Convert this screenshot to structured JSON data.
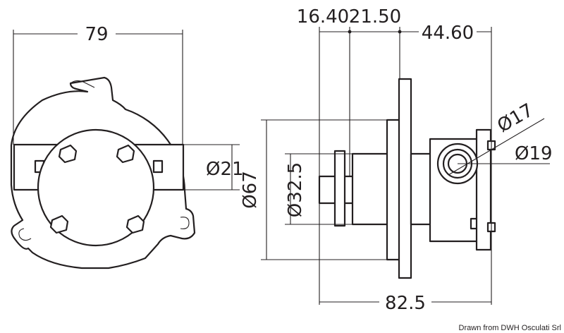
{
  "drawing": {
    "dimensions": {
      "front_width": "79",
      "shaft_offset": "16.40",
      "flange_offset": "21.50",
      "port_offset": "44.60",
      "port_diameter_outer": "Ø17",
      "port_diameter_inner": "Ø19",
      "bolt_circle": "Ø21",
      "flange_diameter": "Ø67",
      "hub_diameter": "Ø32.5",
      "overall_length": "82.5"
    },
    "credit": "Drawn from DWH Osculati Srl"
  },
  "colors": {
    "body_fill": "#bbb6ac",
    "body_shade": "#a59f95",
    "ink": "#231f20"
  }
}
